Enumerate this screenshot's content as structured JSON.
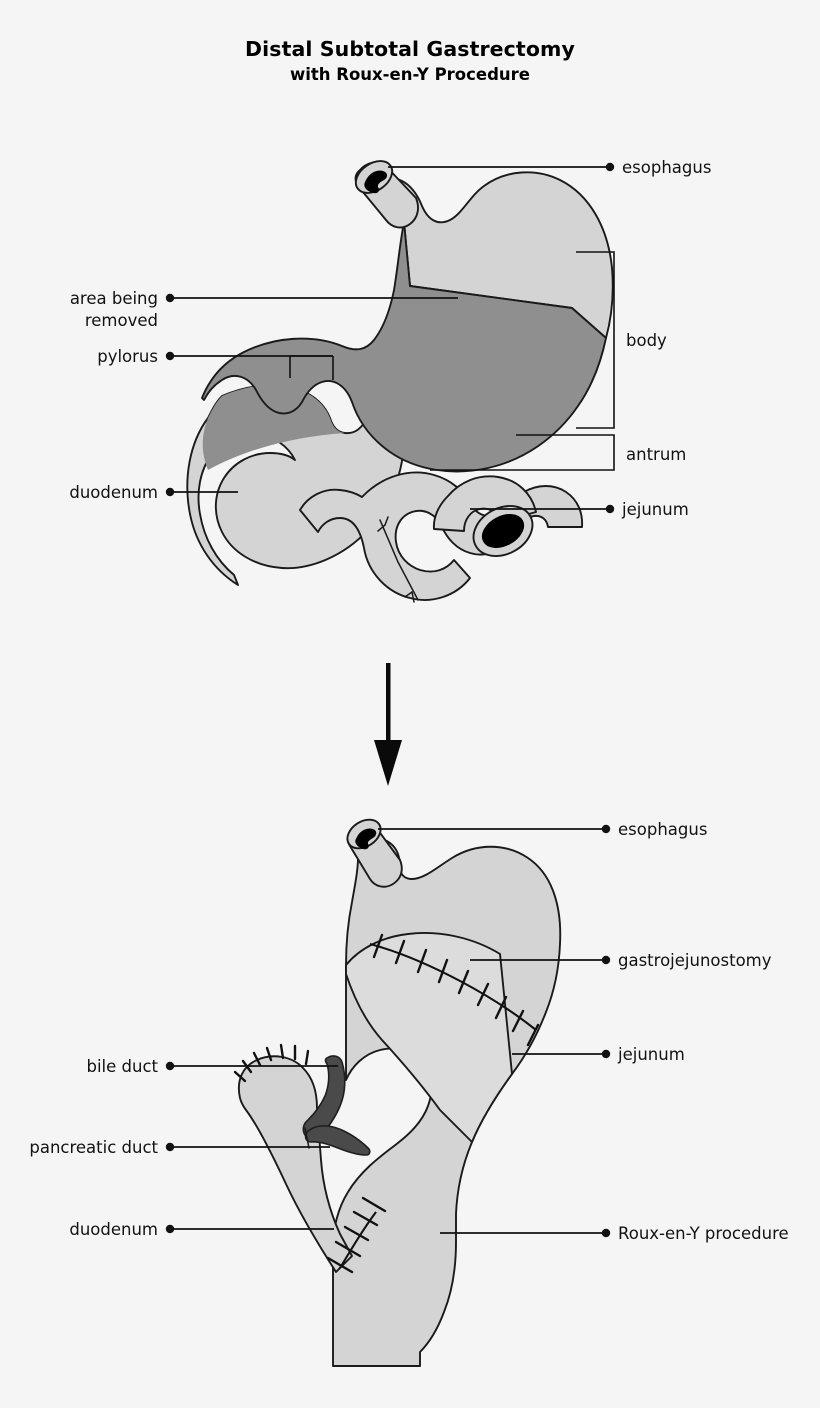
{
  "title": {
    "main": "Distal Subtotal Gastrectomy",
    "subtitle": "with Roux-en-Y Procedure"
  },
  "upper_diagram": {
    "name": "pre-operative-anatomy",
    "labels": {
      "esophagus": "esophagus",
      "area_being_removed_line1": "area being",
      "area_being_removed_line2": "removed",
      "pylorus": "pylorus",
      "duodenum": "duodenum",
      "jejunum": "jejunum",
      "body": "body",
      "antrum": "antrum"
    }
  },
  "lower_diagram": {
    "name": "post-operative-anatomy",
    "labels": {
      "esophagus": "esophagus",
      "gastrojejunostomy": "gastrojejunostomy",
      "jejunum": "jejunum",
      "bile_duct": "bile duct",
      "pancreatic_duct": "pancreatic duct",
      "duodenum": "duodenum",
      "roux_en_y": "Roux-en-Y procedure"
    }
  },
  "colors": {
    "background": "#f5f5f5",
    "organ_light": "#d4d4d4",
    "organ_dark": "#8f8f8f",
    "organ_pale": "#dcdcdc",
    "lumen": "#000000",
    "duct": "#4a4a4a",
    "outline": "#1a1a1a",
    "text": "#121212"
  }
}
